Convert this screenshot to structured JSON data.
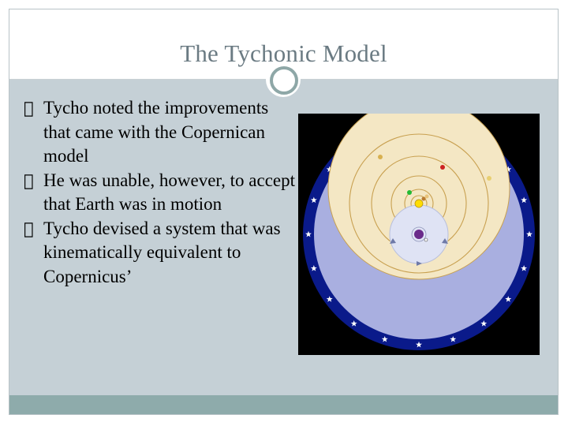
{
  "slide": {
    "title": "The Tychonic Model",
    "bullet_marker": "",
    "bullets": [
      "Tycho noted the improvements that came with the Copernican model",
      "He was unable, however, to accept that Earth was in motion",
      "Tycho devised a system that was kinematically equivalent to Copernicus’"
    ]
  },
  "diagram": {
    "icon": "tychonic-system-diagram-icon",
    "colors": {
      "background": "#000000",
      "star_sphere": "#0a1a8a",
      "stars": "#ffffff",
      "inner_space": "#a9afe0",
      "sun_region": "#f4e7c4",
      "moon_region": "#dfe3f4",
      "sun": "#ffdd00",
      "earth": "#6a2b8a"
    }
  }
}
